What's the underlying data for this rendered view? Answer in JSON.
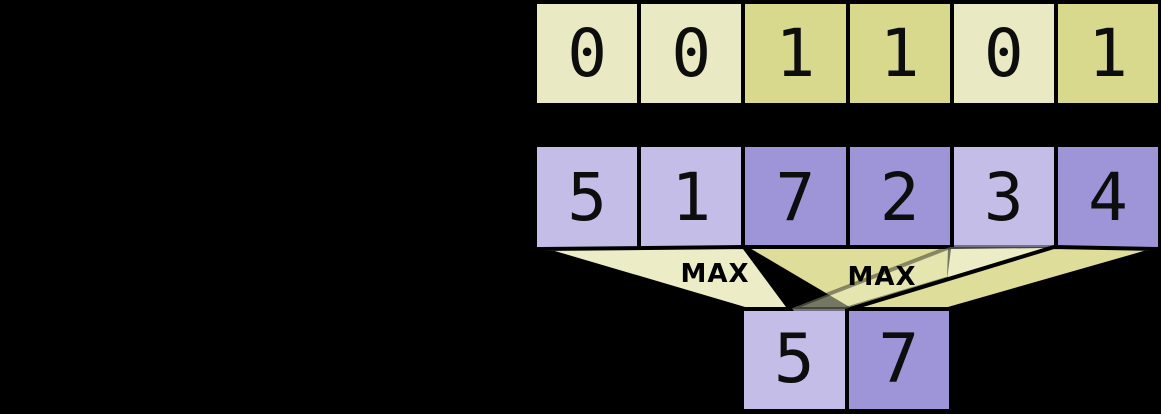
{
  "palette": {
    "background": "#000000",
    "mask_cell_light": "#e9e9c4",
    "mask_cell_dark": "#d9d98e",
    "value_cell_light": "#c4bde8",
    "value_cell_dark": "#9d95d8",
    "funnel_light": "#ecedc6",
    "funnel_dark": "#dedd9a",
    "text": "#0d0d0d"
  },
  "rows": {
    "mask": {
      "cells": [
        {
          "value": "0",
          "tone": "light"
        },
        {
          "value": "0",
          "tone": "light"
        },
        {
          "value": "1",
          "tone": "dark"
        },
        {
          "value": "1",
          "tone": "dark"
        },
        {
          "value": "0",
          "tone": "light"
        },
        {
          "value": "1",
          "tone": "dark"
        }
      ]
    },
    "input": {
      "cells": [
        {
          "value": "5",
          "tone": "light"
        },
        {
          "value": "1",
          "tone": "light"
        },
        {
          "value": "7",
          "tone": "dark"
        },
        {
          "value": "2",
          "tone": "dark"
        },
        {
          "value": "3",
          "tone": "light"
        },
        {
          "value": "4",
          "tone": "dark"
        }
      ]
    },
    "output": {
      "cells": [
        {
          "value": "5",
          "tone": "light"
        },
        {
          "value": "7",
          "tone": "dark"
        }
      ]
    }
  },
  "operations": [
    {
      "label": "MAX"
    },
    {
      "label": "MAX"
    }
  ]
}
